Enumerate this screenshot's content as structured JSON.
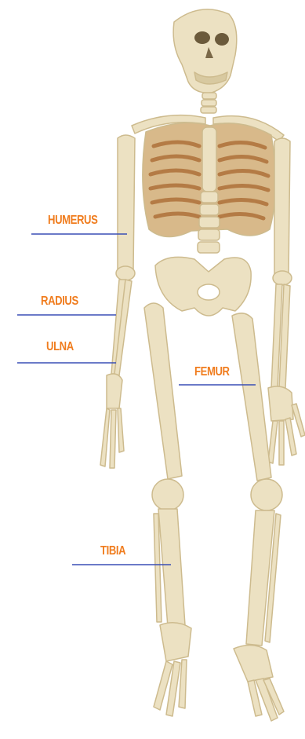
{
  "colors": {
    "label": "#f07d1f",
    "leader": "#3a4fb5",
    "bone": "#ece1c2",
    "bone_shadow": "#cdbb8e",
    "rib_dark": "#a8672e"
  },
  "labels": {
    "humerus": "HUMERUS",
    "radius": "RADIUS",
    "ulna": "ULNA",
    "femur": "FEMUR",
    "tibia": "TIBIA"
  }
}
